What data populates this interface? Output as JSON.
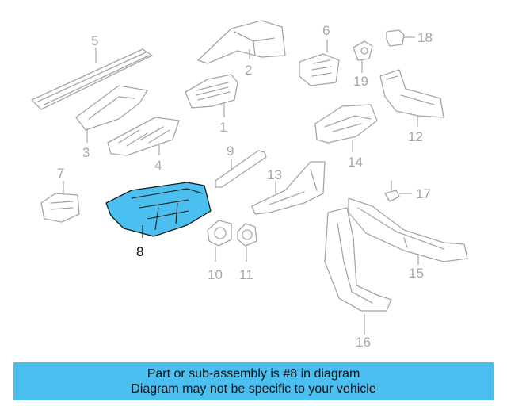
{
  "callouts": {
    "c1": "1",
    "c2": "2",
    "c3": "3",
    "c4": "4",
    "c5": "5",
    "c6": "6",
    "c7": "7",
    "c8": "8",
    "c9": "9",
    "c10": "10",
    "c11": "11",
    "c12": "12",
    "c13": "13",
    "c14": "14",
    "c15": "15",
    "c16": "16",
    "c17": "17",
    "c18": "18",
    "c19": "19"
  },
  "highlighted_part": "8",
  "colors": {
    "highlight": "#4bbff0",
    "banner": "#4bbff0",
    "outline": "#a6a6a6"
  },
  "banner": {
    "line1": "Part or sub-assembly is #8 in diagram",
    "line2": "Diagram may not be specific to your vehicle"
  }
}
